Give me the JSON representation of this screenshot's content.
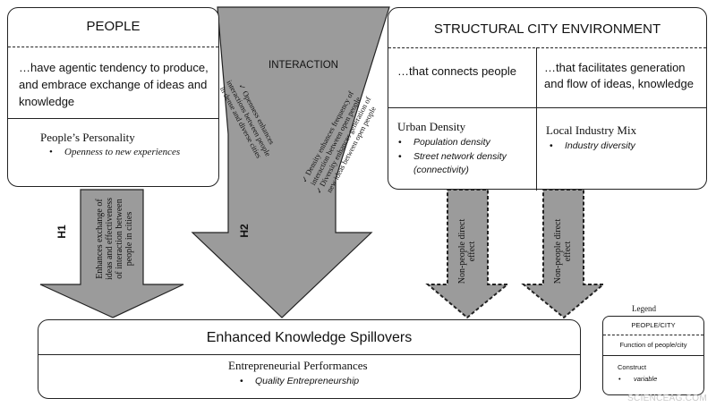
{
  "people": {
    "title": "PEOPLE",
    "description": "…have agentic tendency to produce, and embrace exchange of ideas and knowledge",
    "construct": "People’s Personality",
    "variable": "Openness to new experiences"
  },
  "city": {
    "title": "STRUCTURAL CITY ENVIRONMENT",
    "left_description": "…that connects people",
    "right_description": "…that facilitates generation and flow of ideas, knowledge",
    "density": {
      "construct": "Urban Density",
      "variable1": "Population density",
      "variable2": "Street network density",
      "variable2_note": "(connectivity)"
    },
    "industry": {
      "construct": "Local Industry Mix",
      "variable": "Industry diversity"
    }
  },
  "interaction": {
    "label": "INTERACTION",
    "left_arm_text": [
      "✓ Openness enhances",
      "interactions between people",
      "in dense and diverse cities"
    ],
    "right_arm_text": [
      "✓ Density enhances frequency of",
      "interaction between open people",
      "✓ Diversity enhances generation of",
      "new ideas between open people"
    ]
  },
  "h1": {
    "label": "H1",
    "text": [
      "Enhances exchange of",
      "ideas and effectiveness",
      "of interaction between",
      "people in cities"
    ]
  },
  "h2": {
    "label": "H2"
  },
  "direct_effect": {
    "text": [
      "Non-people direct",
      "effect"
    ]
  },
  "outcome": {
    "title": "Enhanced Knowledge Spillovers",
    "construct": "Entrepreneurial Performances",
    "variable": "Quality Entrepreneurship"
  },
  "legend": {
    "heading": "Legend",
    "level": "PEOPLE/CITY",
    "function": "Function of people/city",
    "construct": "Construct",
    "variable": "variable"
  },
  "watermark": "SCIENCEAG.COM",
  "colors": {
    "arrow_fill": "#9b9b9b",
    "border": "#222222",
    "background": "#ffffff"
  }
}
